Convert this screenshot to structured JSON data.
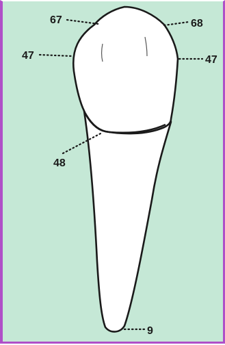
{
  "colors": {
    "background": "#c5e8d6",
    "border": "#b04fc8",
    "outline": "#1a1a1a",
    "tooth_fill": "#ffffff"
  },
  "labels": {
    "top_left": "67",
    "top_right": "68",
    "mid_left": "47",
    "mid_right": "47",
    "cervical": "48",
    "apex": "9"
  }
}
